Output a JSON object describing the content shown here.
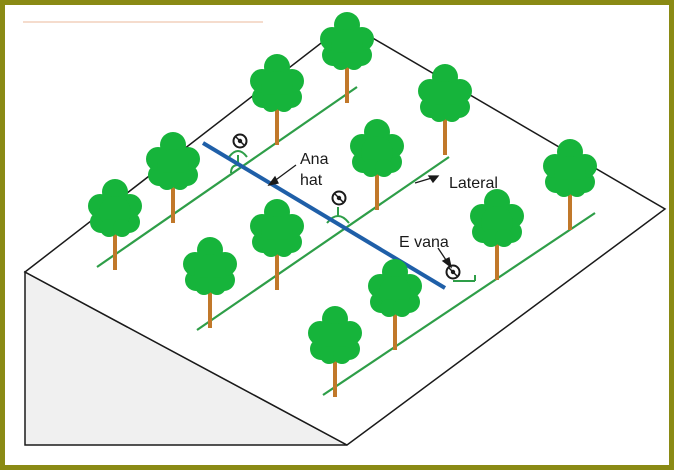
{
  "labels": {
    "main_pipe_line1": "Ana",
    "main_pipe_line2": "hat",
    "lateral": "Lateral",
    "valve": "E vana"
  },
  "colors": {
    "frame": "#8a8a14",
    "main_pipe": "#1f5fa8",
    "lateral": "#2e9e48",
    "tree_foliage": "#16b43b",
    "tree_trunk": "#c1782a",
    "slope_side": "#f0f0f0",
    "outline": "#1a1a1a"
  },
  "icons": {
    "valve": "valve-icon",
    "tree": "tree-icon"
  }
}
